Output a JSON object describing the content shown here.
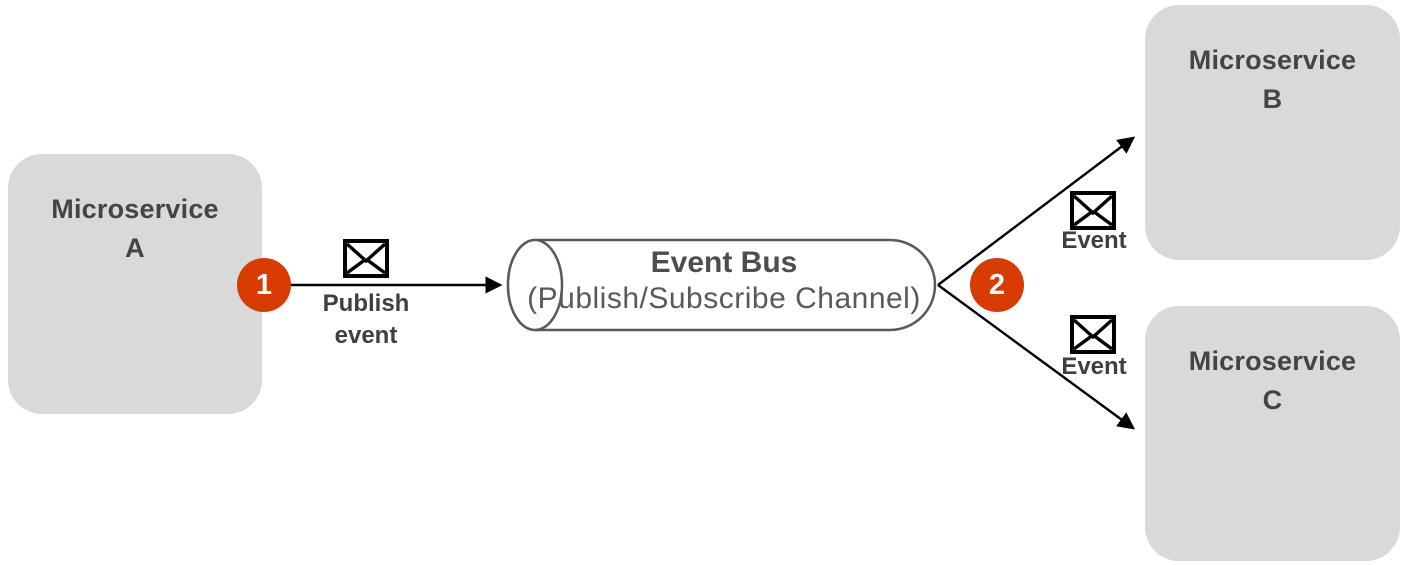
{
  "colors": {
    "background": "#ffffff",
    "node_fill": "#d9d9d9",
    "node_text": "#444444",
    "badge_fill": "#d83b01",
    "badge_text": "#ffffff",
    "arrow": "#000000",
    "envelope": "#000000",
    "envelope_fill": "#ffffff",
    "cylinder_stroke": "#595959",
    "cylinder_fill": "#ffffff",
    "bus_title_text": "#4d4d4d",
    "bus_subtitle_text": "#595959",
    "edge_label_text": "#3f3f3f"
  },
  "nodes": {
    "microservice_a": {
      "label": "Microservice\nA"
    },
    "microservice_b": {
      "label": "Microservice\nB"
    },
    "microservice_c": {
      "label": "Microservice\nC"
    }
  },
  "event_bus": {
    "title": "Event Bus",
    "subtitle": "(Publish/Subscribe Channel)"
  },
  "steps": {
    "step1": "1",
    "step2": "2"
  },
  "edge_labels": {
    "publish_event": "Publish\nevent",
    "event_to_b": "Event",
    "event_to_c": "Event"
  }
}
